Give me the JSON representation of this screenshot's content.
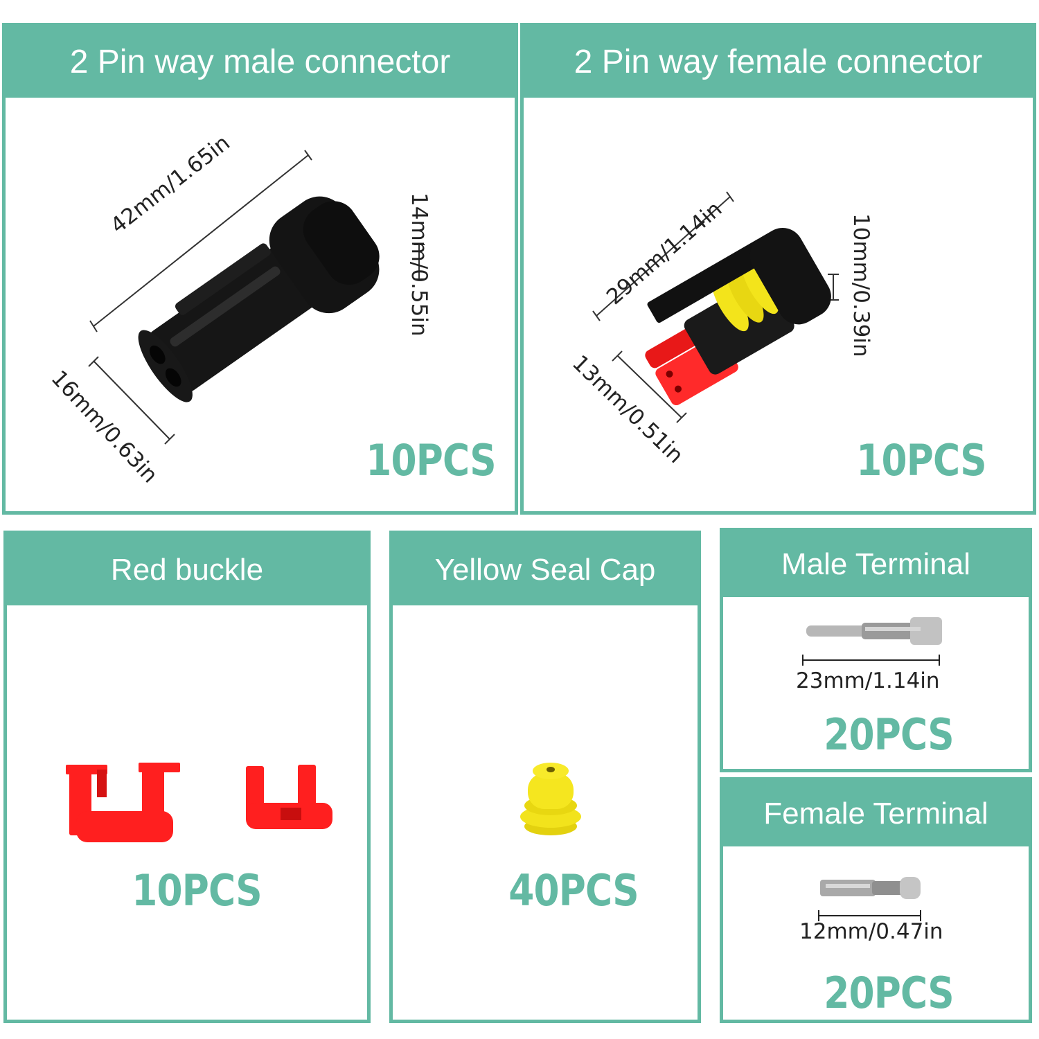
{
  "panels": {
    "male_connector": {
      "title": "2 Pin way male connector",
      "qty": "10PCS",
      "dims": {
        "length": "42mm/1.65in",
        "height": "14mm/0.55in",
        "width": "16mm/0.63in"
      }
    },
    "female_connector": {
      "title": "2 Pin way female connector",
      "qty": "10PCS",
      "dims": {
        "length": "29mm/1.14in",
        "height": "10mm/0.39in",
        "width": "13mm/0.51in"
      }
    },
    "red_buckle": {
      "title": "Red buckle",
      "qty": "10PCS"
    },
    "yellow_seal": {
      "title": "Yellow Seal Cap",
      "qty": "40PCS"
    },
    "male_terminal": {
      "title": "Male Terminal",
      "qty": "20PCS",
      "dim": "23mm/1.14in"
    },
    "female_terminal": {
      "title": "Female Terminal",
      "qty": "20PCS",
      "dim": "12mm/0.47in"
    }
  },
  "colors": {
    "accent": "#63b9a3",
    "red_part": "#ff1f1f",
    "yellow_part": "#f5e11a",
    "black_part": "#111111"
  },
  "icons": [
    "male-connector-image",
    "female-connector-image",
    "red-buckle-image",
    "yellow-seal-image",
    "male-terminal-image",
    "female-terminal-image"
  ]
}
